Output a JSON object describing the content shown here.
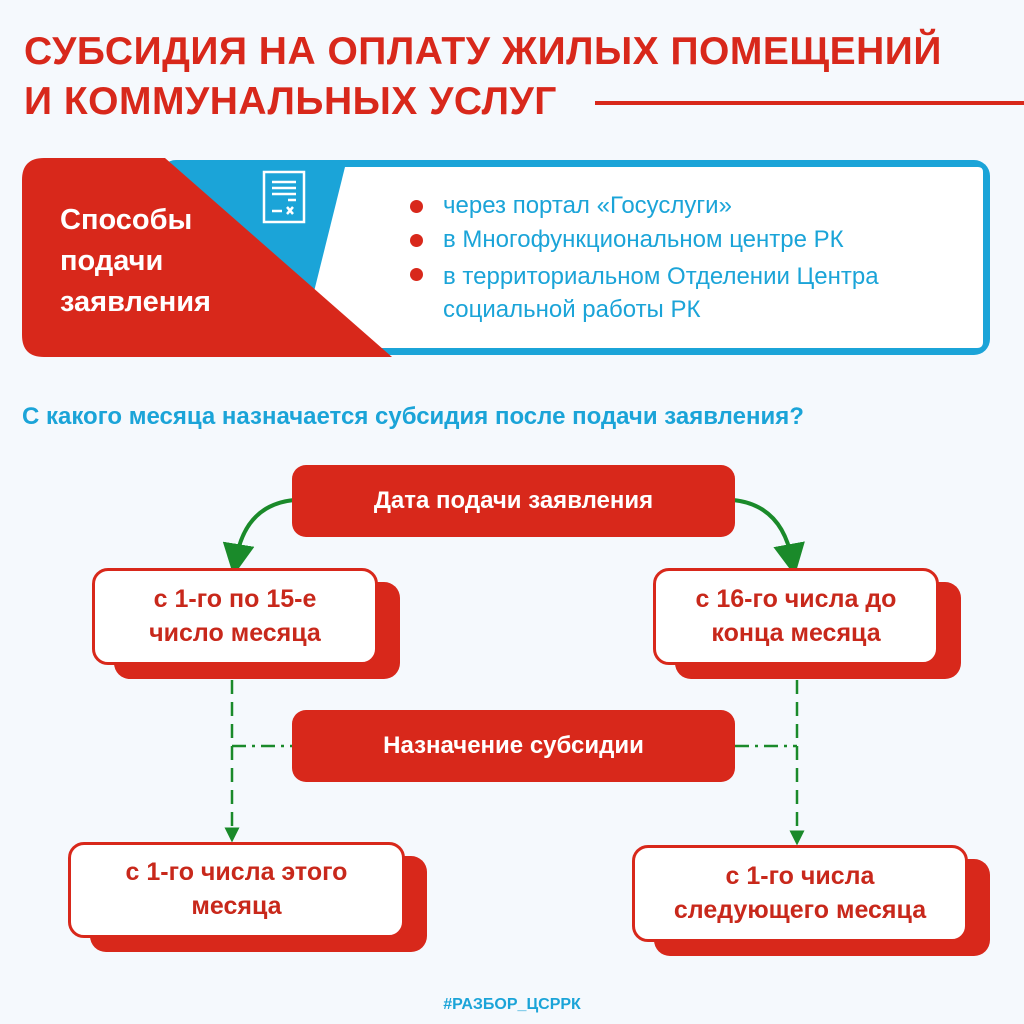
{
  "title": {
    "line1": "СУБСИДИЯ НА ОПЛАТУ ЖИЛЫХ ПОМЕЩЕНИЙ",
    "line2": "И КОММУНАЛЬНЫХ УСЛУГ"
  },
  "methods": {
    "heading": "Способы подачи заявления",
    "items": [
      "через портал «Госуслуги»",
      "в Многофункциональном центре РК",
      "в территориальном Отделении Центра социальной работы РК"
    ]
  },
  "question": "С какого месяца назначается субсидия после подачи заявления?",
  "flow": {
    "top": "Дата подачи заявления",
    "left": "с 1-го по 15-е число месяца",
    "right": "с 16-го числа до конца месяца",
    "middle": "Назначение субсидии",
    "bottom_left": "с 1-го числа этого месяца",
    "bottom_right": "с 1-го числа следующего месяца"
  },
  "hashtag": "#РАЗБОР_ЦСРРК",
  "colors": {
    "red": "#d8281b",
    "blue": "#1ba4d8",
    "green": "#1a8a2a"
  }
}
